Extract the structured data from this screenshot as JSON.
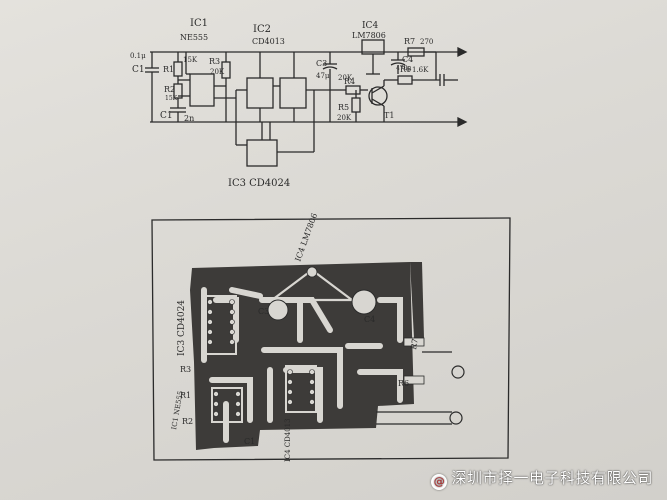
{
  "schematic": {
    "ic1_name": "IC1",
    "ic1_part": "NE555",
    "ic2_name": "IC2",
    "ic2_part": "CD4013",
    "ic3_label": "IC3 CD4024",
    "ic4_name": "IC4",
    "ic4_part": "LM7806",
    "c1_value": "0.1μ",
    "c1_name": "C1",
    "r1_name": "R1",
    "r1_value": "15K",
    "r2_name": "R2",
    "r2_value": "15K",
    "r3_name": "R3",
    "r3_value": "20K",
    "c1b_name": "C1",
    "c1b_value": "2n",
    "c3_name": "C3",
    "c3_value": "47μ",
    "r4_name": "R4",
    "r4_value": "20K",
    "r5_name": "R5",
    "r5_value": "20K",
    "r6_name": "R6",
    "r6_value": "1.6K",
    "r7_name": "R7",
    "r7_value": "270",
    "c4_name": "C4",
    "c4_value": "470μ",
    "t1_name": "T1"
  },
  "pcb": {
    "ic4_label": "IC4 LM7806",
    "ic3_label": "IC3 CD4024",
    "ic1_label": "IC1 NE555",
    "ic4b_label": "IC4 CD4013",
    "c3_label": "C3",
    "c4_label": "C4",
    "r7_label": "R7",
    "r6_label": "R6",
    "c1_label": "C1",
    "r1_label": "R1",
    "r2_label": "R2",
    "r3_label": "R3"
  },
  "watermark": {
    "logo": "@",
    "text": "深圳市择一电子科技有限公司"
  }
}
